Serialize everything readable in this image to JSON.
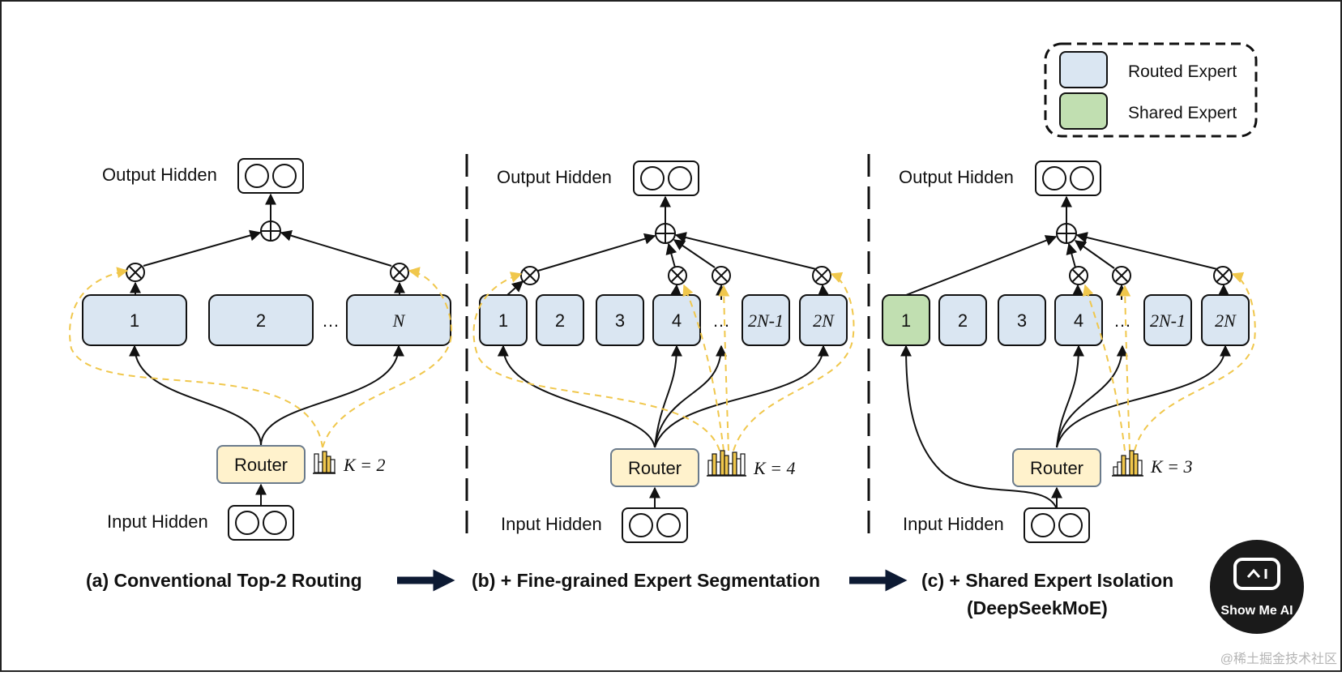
{
  "colors": {
    "routed_fill": "#dae6f2",
    "shared_fill": "#c1dfb1",
    "router_fill": "#fff2cc",
    "router_stroke": "#6b7b8c",
    "gate_line": "#f0c74c",
    "arrow": "#111111",
    "frame": "#222222"
  },
  "legend": {
    "routed_label": "Routed Expert",
    "shared_label": "Shared Expert"
  },
  "panels": [
    {
      "output_label": "Output Hidden",
      "input_label": "Input Hidden",
      "router_label": "Router",
      "k_label": "K = 2",
      "experts": [
        "1",
        "2",
        "…",
        "N"
      ],
      "caption": "(a) Conventional Top-2 Routing"
    },
    {
      "output_label": "Output Hidden",
      "input_label": "Input Hidden",
      "router_label": "Router",
      "k_label": "K = 4",
      "experts": [
        "1",
        "2",
        "3",
        "4",
        "…",
        "2N-1",
        "2N"
      ],
      "caption": "(b) + Fine-grained Expert Segmentation"
    },
    {
      "output_label": "Output Hidden",
      "input_label": "Input Hidden",
      "router_label": "Router",
      "k_label": "K = 3",
      "experts": [
        "1",
        "2",
        "3",
        "4",
        "…",
        "2N-1",
        "2N"
      ],
      "caption_line1": "(c) + Shared Expert Isolation",
      "caption_line2": "(DeepSeekMoE)"
    }
  ],
  "watermark": {
    "badge_text": "Show Me AI",
    "corner_text": "@稀土掘金技术社区"
  }
}
